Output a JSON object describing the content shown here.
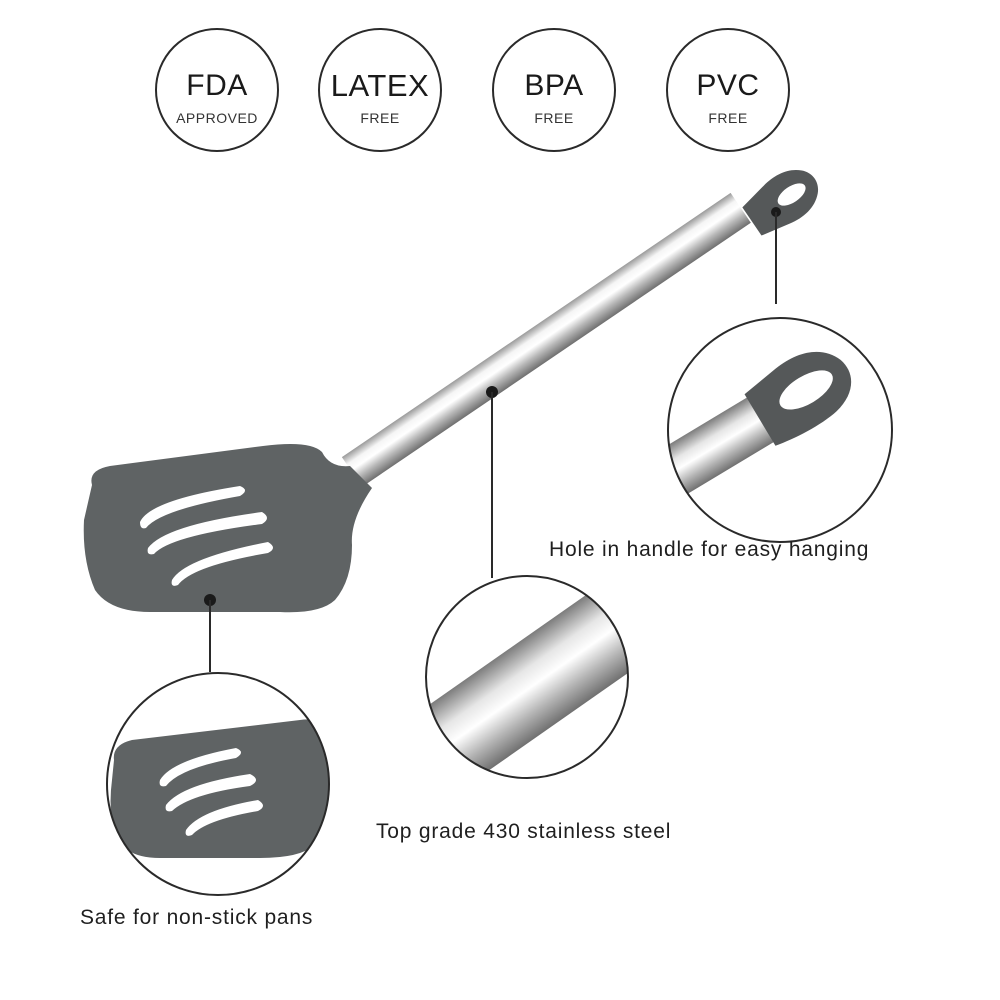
{
  "badges": [
    {
      "main": "FDA",
      "sub": "APPROVED"
    },
    {
      "main": "LATEX",
      "sub": "FREE"
    },
    {
      "main": "BPA",
      "sub": "FREE"
    },
    {
      "main": "PVC",
      "sub": "FREE"
    }
  ],
  "captions": {
    "handle_hole": "Hole in handle for easy hanging",
    "steel": "Top grade 430 stainless steel",
    "pans": "Safe for non-stick pans"
  },
  "colors": {
    "silicone": "#5f6364",
    "steel_light": "#f2f2f2",
    "steel_dark": "#8a8a8a",
    "outline": "#2a2a2a"
  }
}
